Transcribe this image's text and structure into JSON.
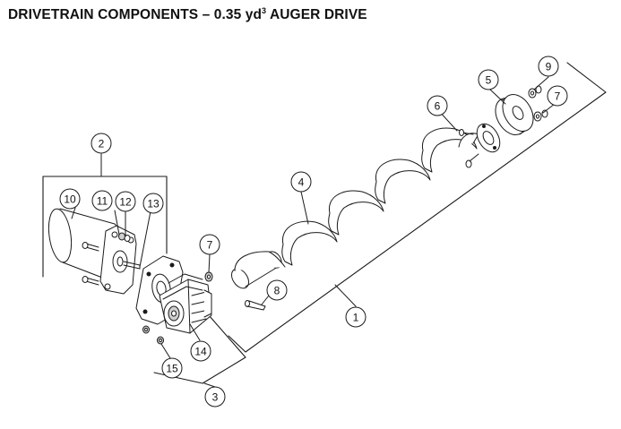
{
  "title": {
    "main": "DRIVETRAIN COMPONENTS – 0.35 yd",
    "superscript": "3",
    "suffix": " AUGER DRIVE"
  },
  "callouts": [
    "1",
    "2",
    "3",
    "4",
    "5",
    "6",
    "7",
    "7",
    "8",
    "9",
    "10",
    "11",
    "12",
    "13",
    "14",
    "15"
  ],
  "colors": {
    "line": "#1a1a1a",
    "fill": "#ffffff",
    "shade": "#cfcfcf"
  }
}
